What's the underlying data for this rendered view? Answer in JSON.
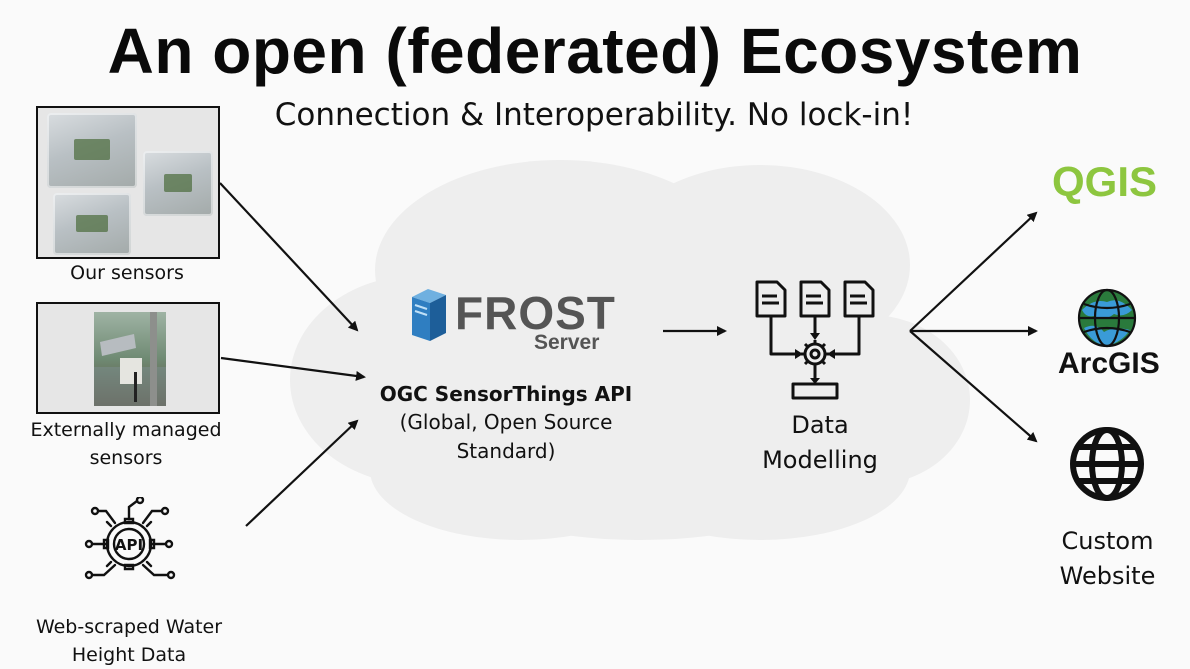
{
  "title": "An open (federated) Ecosystem",
  "subtitle": "Connection & Interoperability. No lock-in!",
  "sources": {
    "our_sensors": "Our sensors",
    "external_sensors_line1": "Externally managed",
    "external_sensors_line2": "sensors",
    "web_scraped_line1": "Web-scraped Water",
    "web_scraped_line2": "Height Data",
    "api_icon_label": "API"
  },
  "server": {
    "logo_main": "FROST",
    "logo_sub": "Server",
    "api_name": "OGC SensorThings API",
    "api_desc_line1": "(Global, Open Source",
    "api_desc_line2": "Standard)"
  },
  "modelling": {
    "line1": "Data",
    "line2": "Modelling"
  },
  "outputs": {
    "qgis": "QGIS",
    "arcgis": "ArcGIS",
    "custom_line1": "Custom",
    "custom_line2": "Website"
  },
  "colors": {
    "qgis_green": "#8dc63f",
    "frost_blue": "#2f7ec1",
    "frost_gray": "#555555",
    "cloud": "#eeeeee",
    "background": "#fafafa"
  }
}
